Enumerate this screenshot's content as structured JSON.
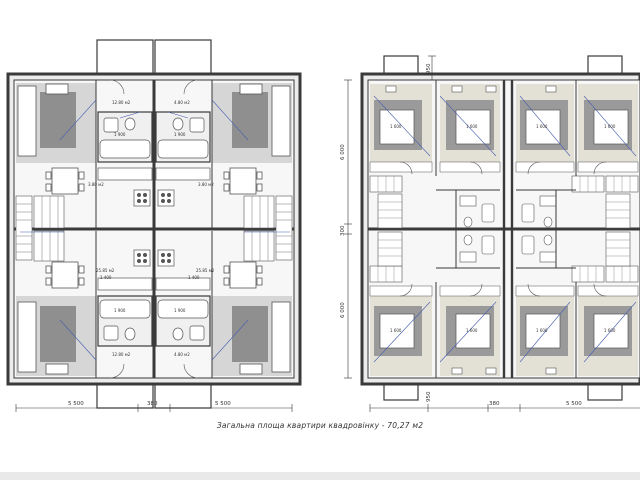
{
  "caption": "Загальна площа квартири квадровінку - 70,27 м2",
  "left_plan": {
    "dims_bottom": [
      "5 500",
      "380",
      "5 500"
    ],
    "room_labels": [
      "1 900",
      "1 900",
      "1 400",
      "1 400",
      "1 900",
      "1 900"
    ],
    "area_tags": [
      "12.80 м2",
      "4.80 м2",
      "3.80 м2",
      "25.85 м2",
      "25.85 м2",
      "3.80 м2",
      "4.80 м2",
      "12.80 м2"
    ]
  },
  "right_plan": {
    "dims_left": [
      "6 000",
      "300",
      "6 000"
    ],
    "dims_top": [
      "950"
    ],
    "dims_bottom": [
      "950",
      "380",
      "5 500"
    ],
    "bed_labels": [
      "1 600",
      "1 600",
      "1 600",
      "1 600",
      "1 600",
      "1 600",
      "1 600",
      "1 600"
    ]
  },
  "colors": {
    "wall": "#3a3a3a",
    "floor_grey": "#c8c8c8",
    "rug": "#9a9a9a",
    "stair": "#dcdcdc",
    "accent_line": "#4a5fae",
    "text": "#333333"
  },
  "icons": [
    "bed-icon",
    "sofa-icon",
    "dining-table-icon",
    "bathtub-icon",
    "toilet-icon",
    "sink-icon",
    "staircase-icon",
    "door-icon"
  ]
}
